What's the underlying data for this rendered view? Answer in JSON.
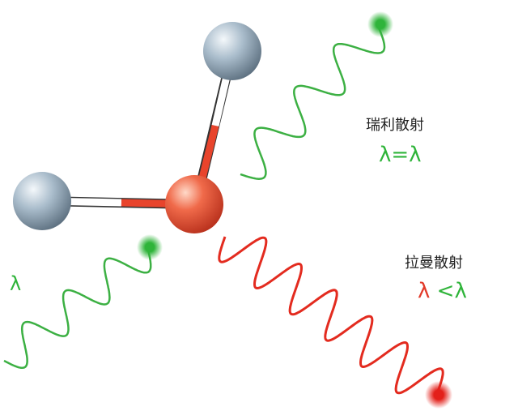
{
  "labels": {
    "rayleigh_title": "瑞利散射",
    "rayleigh_relation": "λ=λ",
    "raman_title": "拉曼散射",
    "raman_lambda_scattered": "λ",
    "raman_relation_rest": "<λ",
    "incident_lambda": "λ"
  },
  "colors": {
    "incident": "#3cb043",
    "rayleigh": "#3cb043",
    "raman": "#e32b1f",
    "atom_gray": "#9fb3c2",
    "atom_red": "#ef5a3c"
  }
}
